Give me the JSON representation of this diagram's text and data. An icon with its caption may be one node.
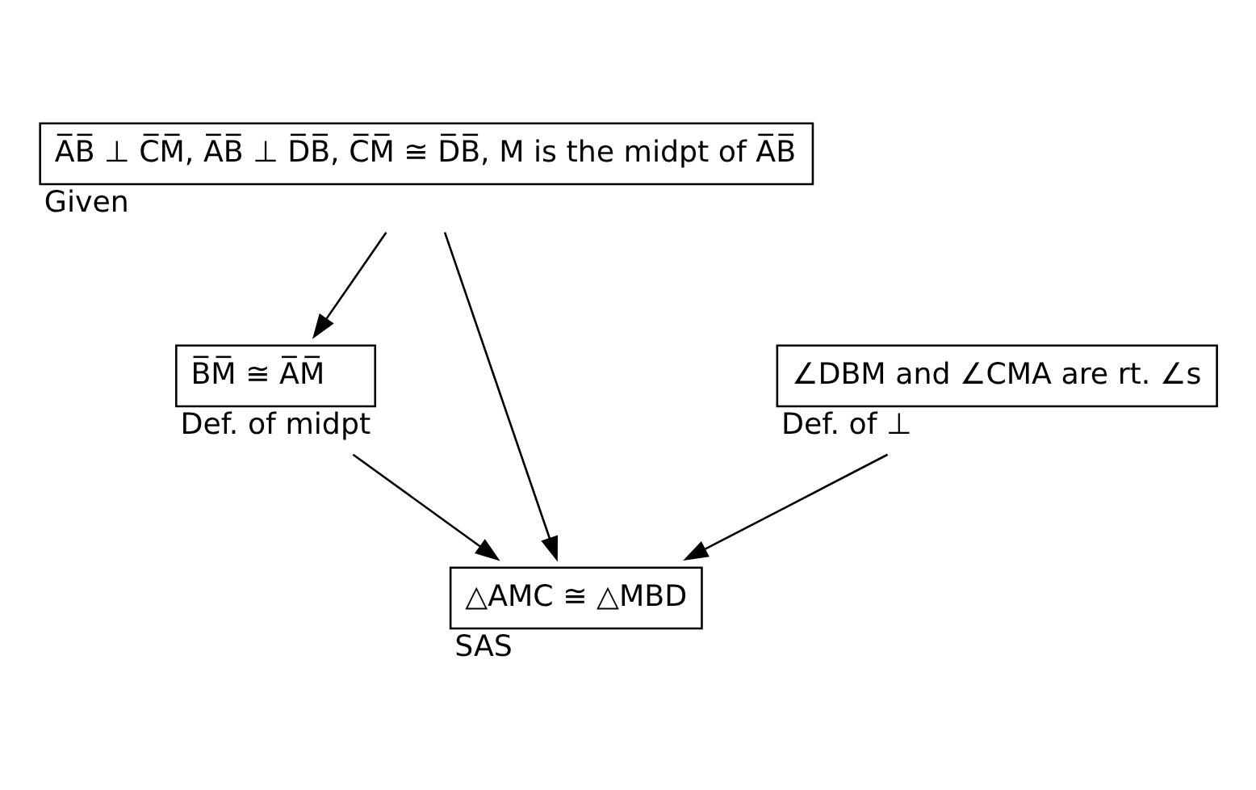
{
  "diagram": {
    "nodes": [
      {
        "text": [
          "A̅B̅ ⊥ C̅M̅, A̅B̅ ⊥ D̅B̅, C̅M̅ ≅ D̅B̅, M is the midpt of A̅B̅"
        ],
        "beside": [
          "Given"
        ]
      },
      {
        "text": [
          "B̅M̅ ≅ A̅M̅"
        ],
        "beside": [
          "Def. of midpt"
        ]
      },
      {
        "text": [
          "∠DBM and ∠CMA are rt. ∠s"
        ],
        "beside": [
          "Def. of ⊥"
        ]
      },
      {
        "text": [
          "△AMC ≅ △MBD"
        ],
        "beside": [
          "SAS"
        ]
      }
    ],
    "edges": [
      {
        "from": 0,
        "to": 1,
        "arrow": "to"
      },
      {
        "from": 0,
        "to": 3,
        "arrow": "to"
      },
      {
        "from": 1,
        "to": 3,
        "arrow": "to"
      },
      {
        "from": 2,
        "to": 3,
        "arrow": "to"
      }
    ]
  }
}
